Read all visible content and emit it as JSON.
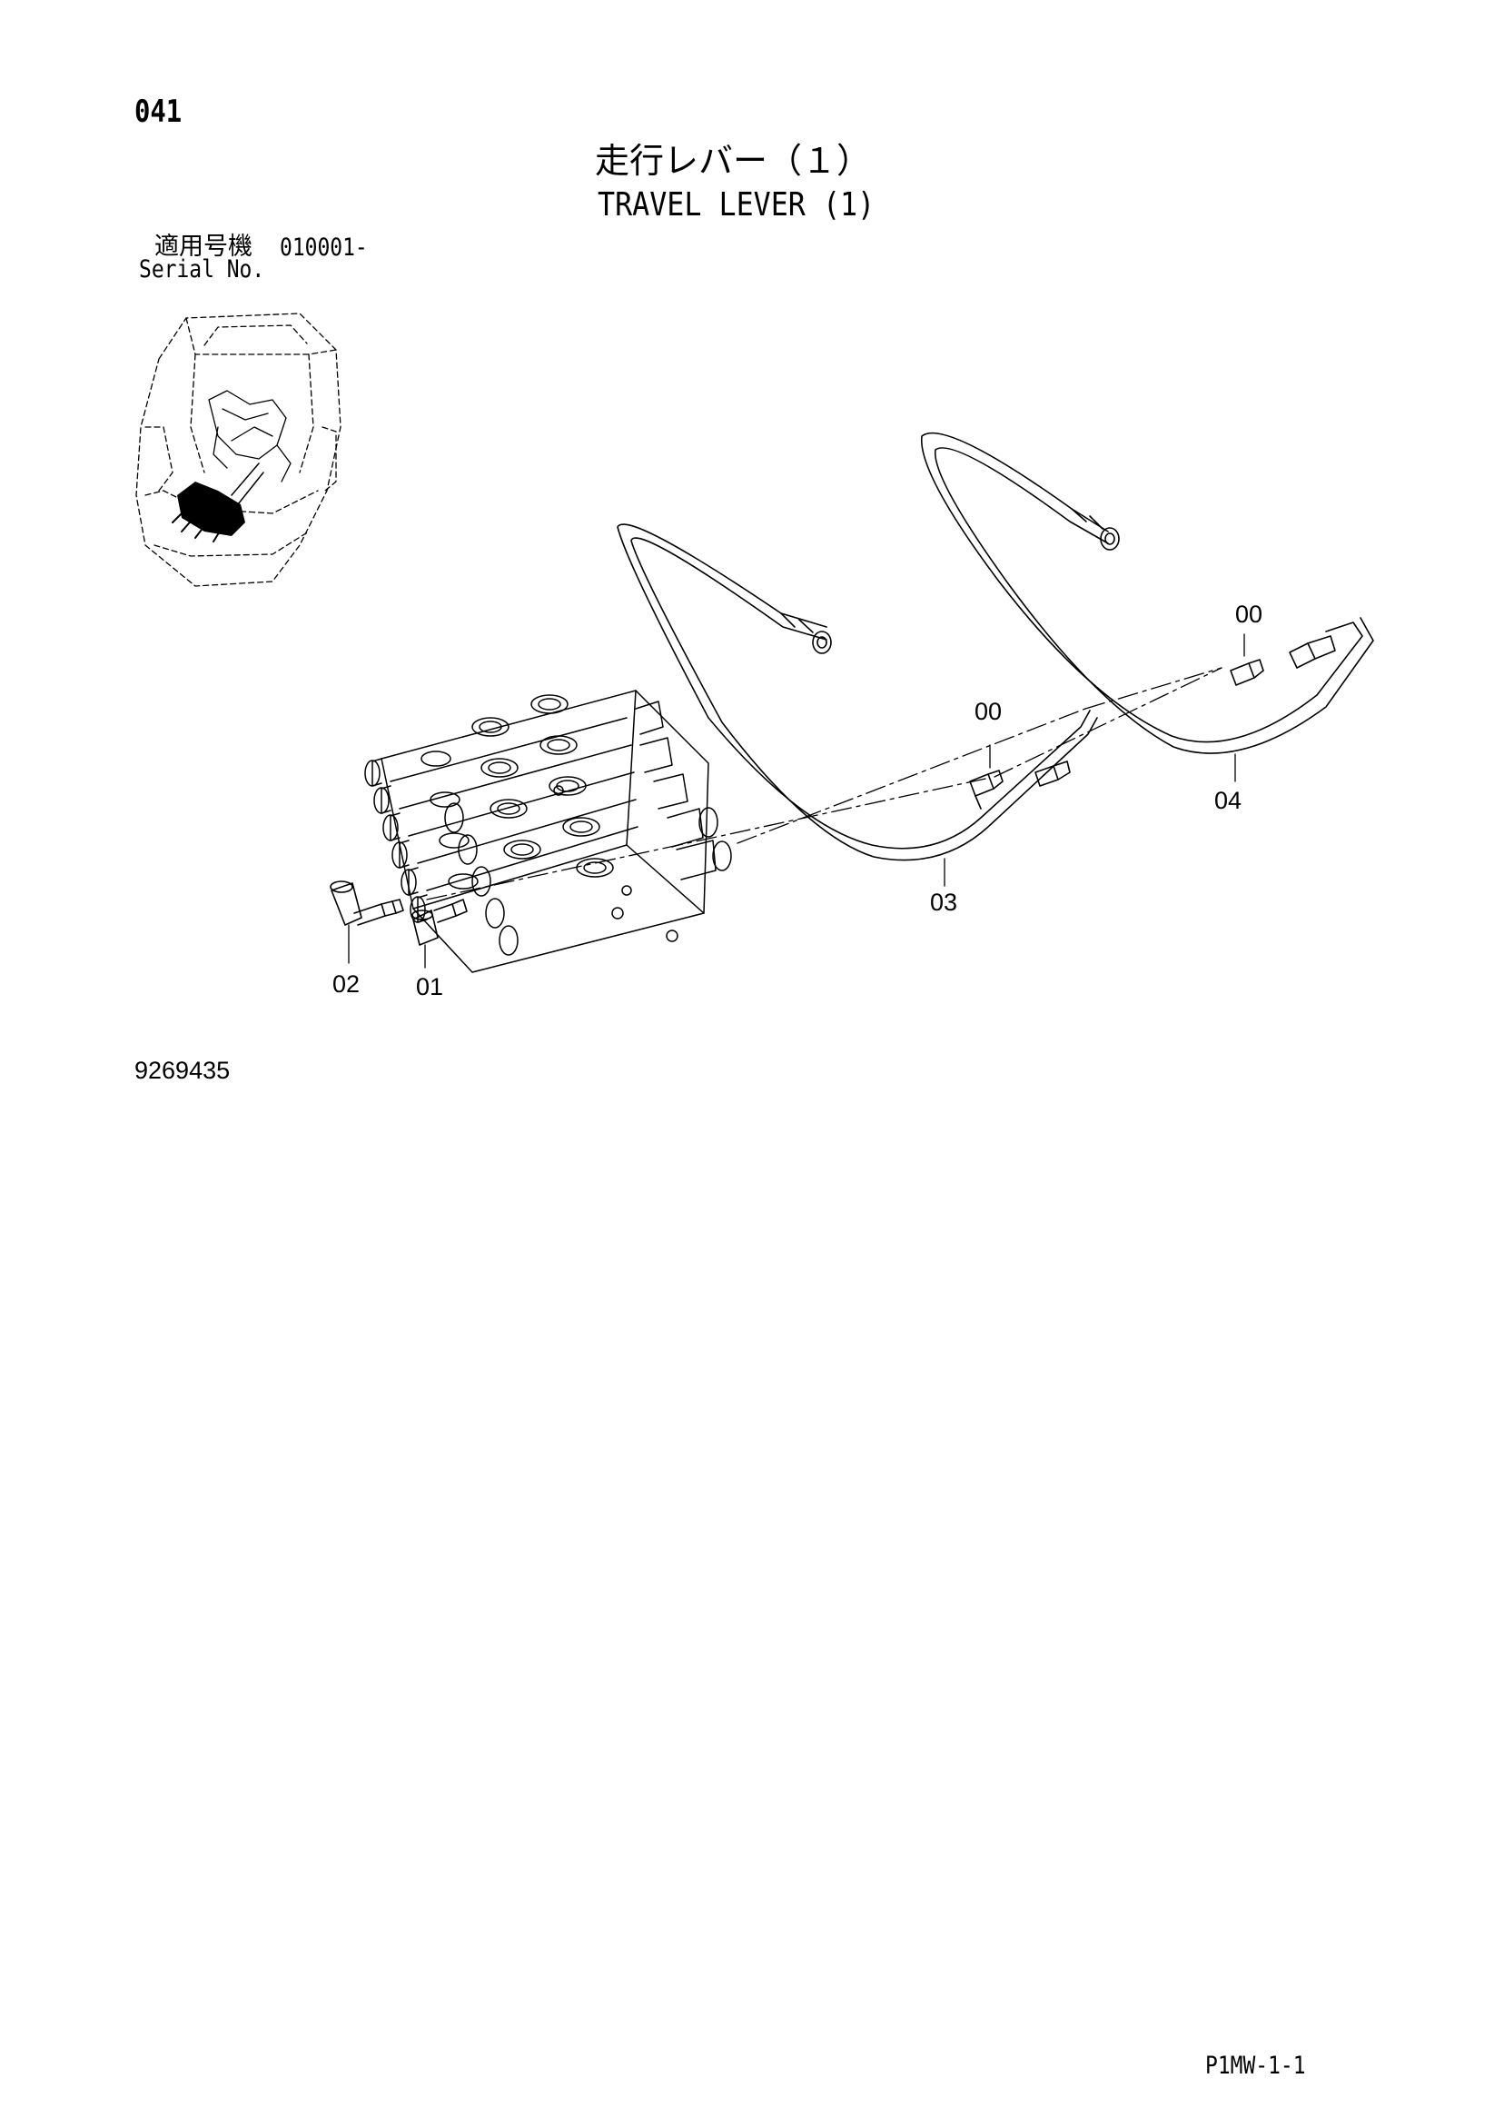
{
  "header": {
    "page_number": "041",
    "title_jp": "走行レバー（１）",
    "title_en": "TRAVEL LEVER (1)"
  },
  "serial": {
    "label_jp": "適用号機",
    "value": "010001-",
    "label_en": "Serial No."
  },
  "callouts": {
    "p00a": "00",
    "p00b": "00",
    "p01": "01",
    "p02": "02",
    "p03": "03",
    "p04": "04"
  },
  "footer": {
    "doc_number": "9269435",
    "page_code": "P1MW-1-1"
  }
}
